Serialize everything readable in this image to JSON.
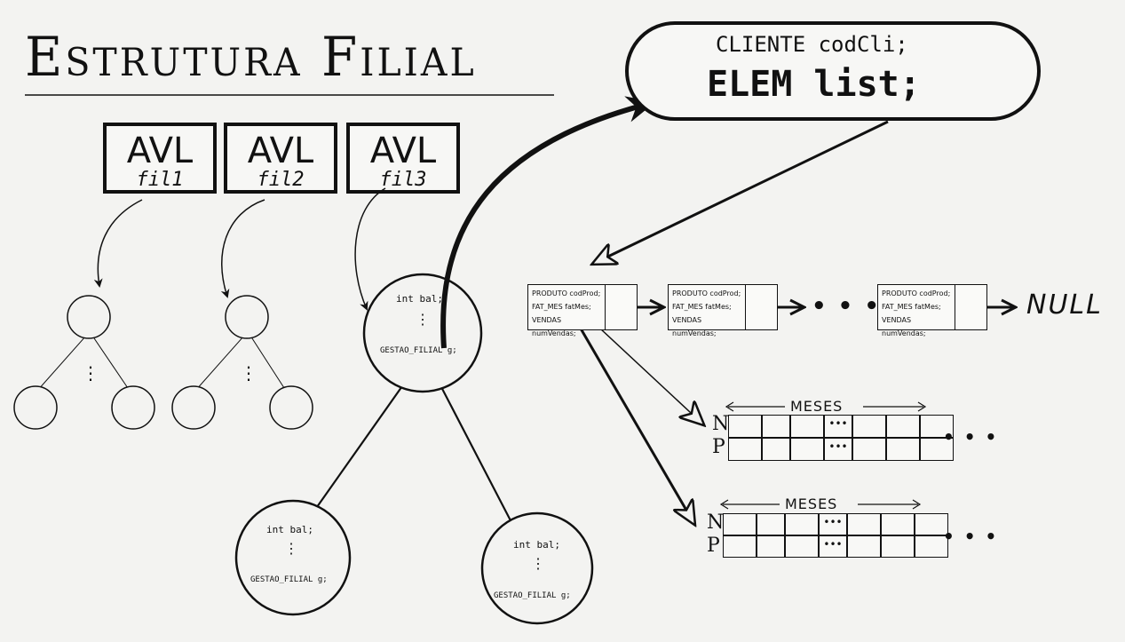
{
  "title": "Estrutura Filial",
  "avl_boxes": [
    {
      "label": "AVL",
      "name": "fil1"
    },
    {
      "label": "AVL",
      "name": "fil2"
    },
    {
      "label": "AVL",
      "name": "fil3"
    }
  ],
  "cliente_box": {
    "line1": "CLIENTE codCli;",
    "line2": "ELEM list;"
  },
  "node": {
    "field1": "int bal;",
    "dots": "⋮",
    "field2": "GESTAO_FILIAL g;"
  },
  "tree_dots": "⋮",
  "list_struct": {
    "line1": "PRODUTO codProd;",
    "line2": "FAT_MES fatMes;",
    "line3": "VENDAS numVendas;"
  },
  "list_ellipsis": "• • •",
  "null_label": "NULL",
  "matrix": {
    "meses": "MESES",
    "row_n": "N",
    "row_p": "P",
    "cell_dots": "•••",
    "trailing": "• • •"
  },
  "colors": {
    "ink": "#111111",
    "background": "#f3f3f1"
  }
}
